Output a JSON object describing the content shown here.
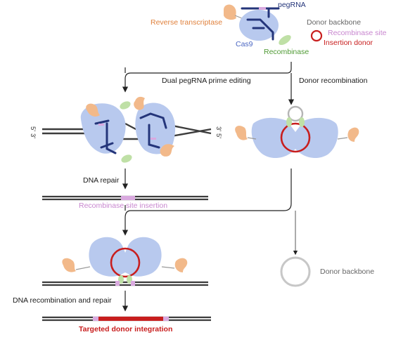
{
  "colors": {
    "cas9": "#b8c9ee",
    "pegrna": "#24357a",
    "reverse_transcriptase": "#f2b98a",
    "recombinase": "#bfe0a6",
    "recombinase_site": "#d9a9df",
    "insertion_donor": "#c81e1e",
    "donor_backbone": "#b5b5b5",
    "dna": "#3c3c3c",
    "arrow": "#222222"
  },
  "legend": {
    "pegrna": "pegRNA",
    "reverse_transcriptase": "Reverse transcriptase",
    "cas9": "Cas9",
    "recombinase": "Recombinase",
    "donor_backbone": "Donor backbone",
    "recombinase_site": "Recombinase site",
    "insertion_donor": "Insertion donor"
  },
  "steps": {
    "dual_pegrna": "Dual pegRNA prime editing",
    "donor_recombination": "Donor recombination",
    "dna_repair": "DNA repair",
    "recombinase_site_insertion": "Recombinase site insertion",
    "dna_recombination_repair": "DNA recombination and repair",
    "targeted_integration": "Targeted donor integration",
    "donor_backbone_result": "Donor backbone"
  },
  "strand_labels": {
    "top_left": "5'",
    "bottom_left": "3'",
    "top_right": "3'",
    "bottom_right": "5'"
  }
}
